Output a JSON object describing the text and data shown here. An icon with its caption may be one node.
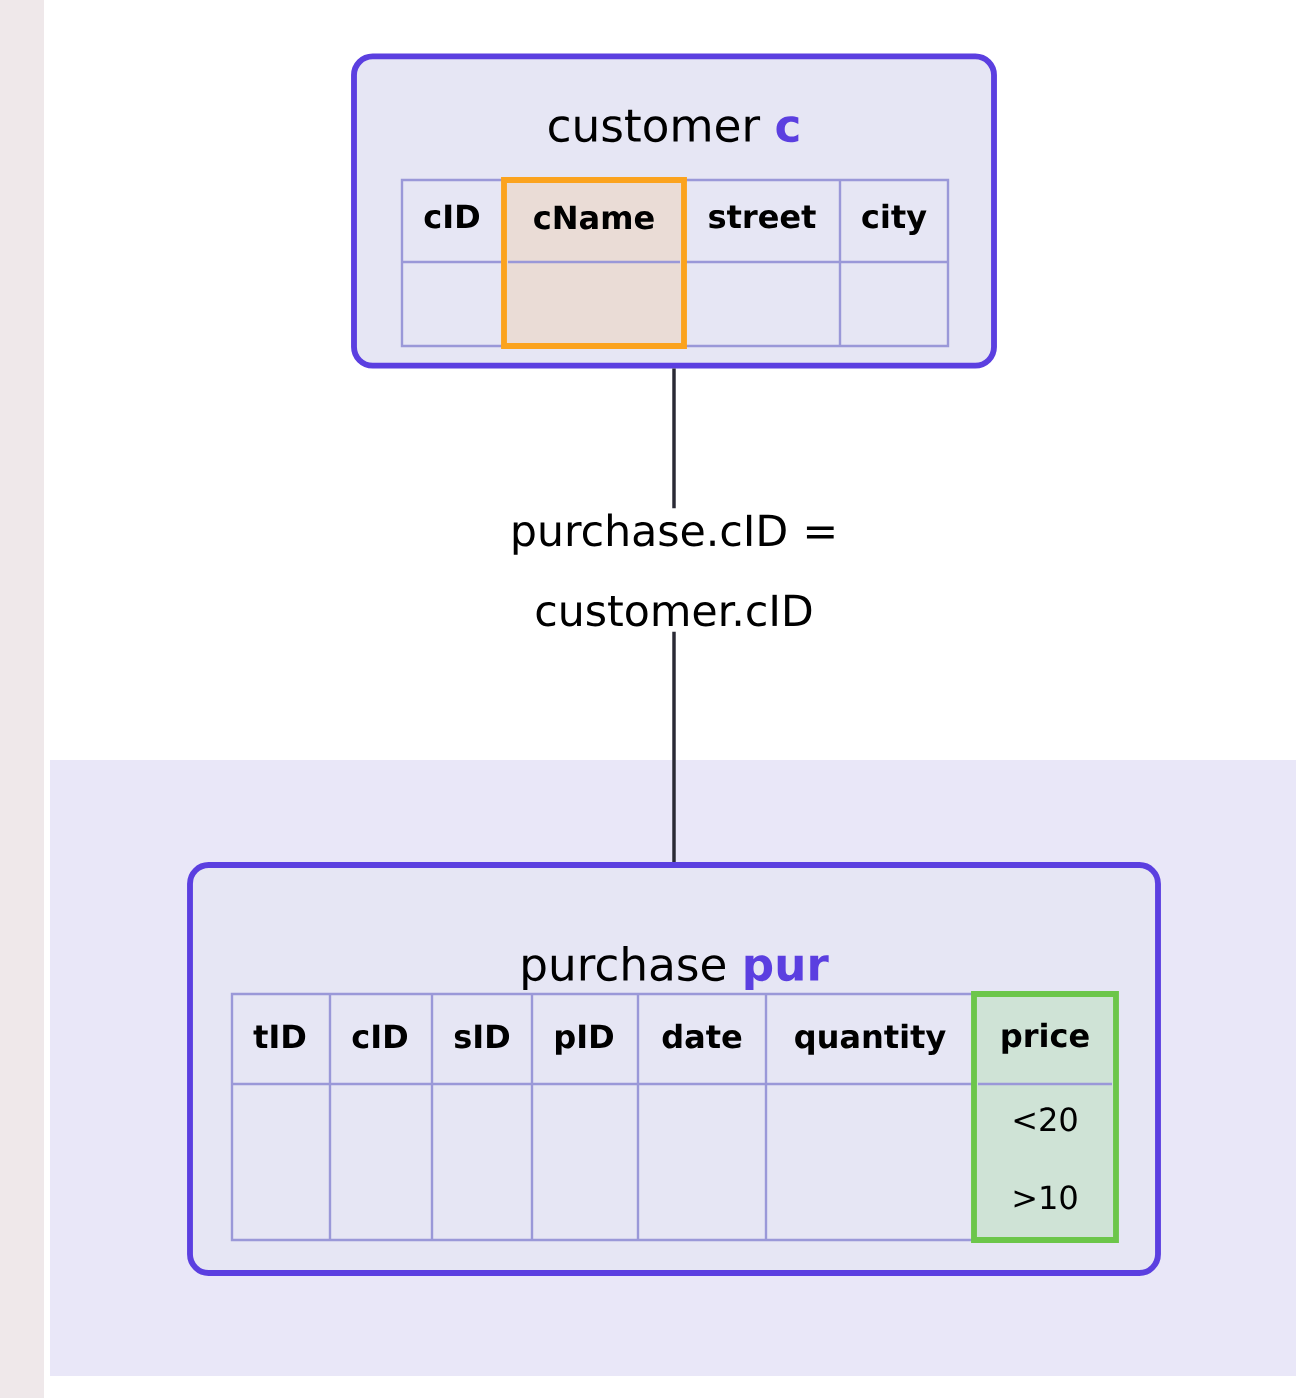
{
  "diagram": {
    "nodes": [
      {
        "text": [
          "customer **c**"
        ]
      },
      {
        "text": [
          "cName"
        ],
        "in": 0
      },
      {
        "text": [
          "purchase **pur**"
        ]
      },
      {
        "text": [
          "price",
          "<20",
          ">10"
        ],
        "in": 2
      }
    ],
    "edges": [
      {
        "from": 0,
        "to": 2,
        "arrow": "none",
        "label": "purchase.cID = customer.cID"
      }
    ],
    "labels": [
      "cID",
      "street",
      "city",
      "tID",
      "cID",
      "sID",
      "pID",
      "date",
      "quantity"
    ]
  }
}
